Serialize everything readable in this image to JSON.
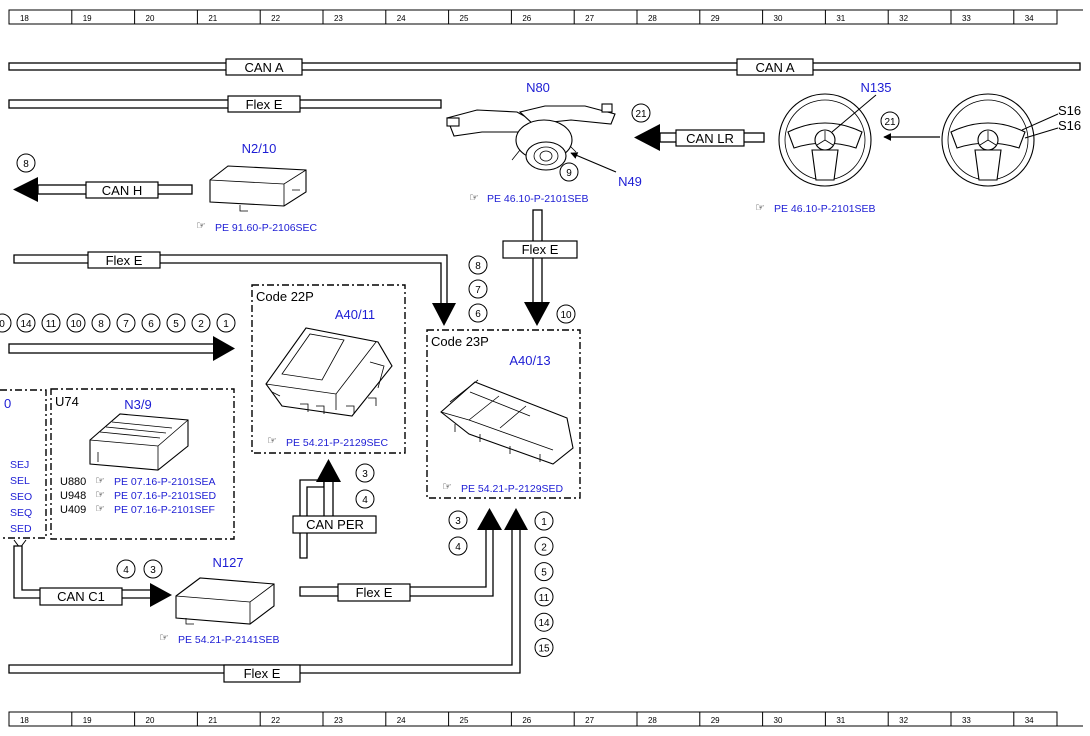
{
  "ruler": {
    "top_labels": [
      "18",
      "19",
      "20",
      "21",
      "22",
      "23",
      "24",
      "25",
      "26",
      "27",
      "28",
      "29",
      "30",
      "31",
      "32",
      "33",
      "34"
    ],
    "bottom_labels": [
      "18",
      "19",
      "20",
      "21",
      "22",
      "23",
      "24",
      "25",
      "26",
      "27",
      "28",
      "29",
      "30",
      "31",
      "32",
      "33",
      "34"
    ]
  },
  "buses": {
    "can_a_1": "CAN A",
    "can_a_2": "CAN A",
    "flex_e_top": "Flex E",
    "can_h": "CAN H",
    "can_lr": "CAN LR",
    "flex_e_mid": "Flex E",
    "flex_e_vert": "Flex E",
    "can_per": "CAN PER",
    "can_c1": "CAN C1",
    "flex_e_low": "Flex E",
    "flex_e_bottom": "Flex E"
  },
  "components": {
    "n80": "N80",
    "n49": "N49",
    "n135": "N135",
    "s16a": "S16",
    "s16b": "S16",
    "n2_10": "N2/10",
    "a40_11": "A40/11",
    "a40_13": "A40/13",
    "n3_9": "N3/9",
    "n127": "N127"
  },
  "codes": {
    "code22p": "Code 22P",
    "code23p": "Code 23P",
    "u74": "U74",
    "left_partial": "0"
  },
  "references": {
    "n80_ref": "PE 46.10-P-2101SEB",
    "n135_ref": "PE 46.10-P-2101SEB",
    "n2_10_ref": "PE 91.60-P-2106SEC",
    "a40_11_ref": "PE 54.21-P-2129SEC",
    "a40_13_ref": "PE 54.21-P-2129SED",
    "n127_ref": "PE 54.21-P-2141SEB",
    "u880_label": "U880",
    "u880_ref": "PE 07.16-P-2101SEA",
    "u948_label": "U948",
    "u948_ref": "PE 07.16-P-2101SED",
    "u409_label": "U409",
    "u409_ref": "PE 07.16-P-2101SEF",
    "left_refs": [
      "SEJ",
      "SEL",
      "SEO",
      "SEQ",
      "SED"
    ]
  },
  "circles": {
    "c21a": "21",
    "c21b": "21",
    "c9": "9",
    "c8a": "8",
    "row_left": [
      "0",
      "14",
      "11",
      "10",
      "8",
      "7",
      "6",
      "5",
      "2",
      "1"
    ],
    "col_mid": [
      "8",
      "7",
      "6"
    ],
    "c10": "10",
    "c3a": "3",
    "c4a": "4",
    "c3b": "3",
    "c4b": "4",
    "c4c": "4",
    "c3c": "3",
    "col_right": [
      "1",
      "2",
      "5",
      "11",
      "14",
      "15"
    ]
  }
}
